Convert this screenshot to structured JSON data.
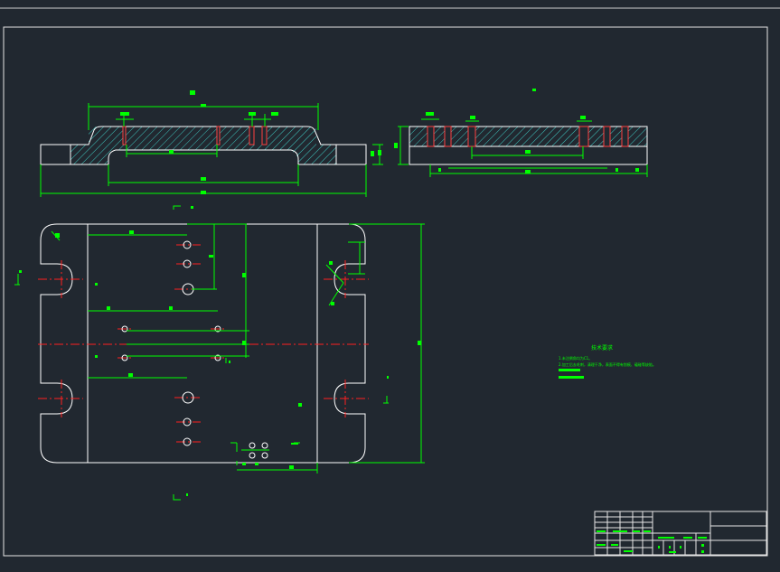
{
  "drawing": {
    "kind": "cad-drawing",
    "annotations": {
      "technical_requirements_title": "技术要求",
      "technical_requirements_lines": [
        "1.未注倒角均为C1。",
        "2.加工后去毛刺，清理干净，表面不得有划痕、磕碰等缺陷。"
      ]
    },
    "colors": {
      "background": "#212830",
      "geometry": "#ffffff",
      "dimension": "#00ff00",
      "centerline": "#ff2020",
      "hatch": "#3fc7c0",
      "section_marks": "#ff4040"
    }
  }
}
